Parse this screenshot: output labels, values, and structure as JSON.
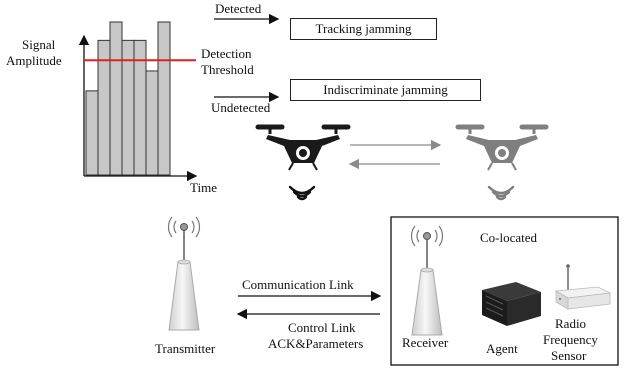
{
  "chart": {
    "ylabel_line1": "Signal",
    "ylabel_line2": "Amplitude",
    "xlabel": "Time",
    "threshold_line1": "Detection",
    "threshold_line2": "Threshold"
  },
  "chart_data": {
    "type": "bar",
    "values": [
      0.55,
      0.88,
      1.0,
      0.88,
      0.88,
      0.68,
      1.0
    ],
    "threshold": 0.75,
    "colors": {
      "bar": "#c7c7c7",
      "threshold": "#e02020"
    }
  },
  "flow": {
    "detected": "Detected",
    "undetected": "Undetected",
    "tracking": "Tracking jamming",
    "indiscriminate": "Indiscriminate jamming"
  },
  "drones": {
    "left_color": "#1a1a1a",
    "right_color": "#7f7f7f",
    "signal_icon": "wifi-signal-icon"
  },
  "links": {
    "communication": "Communication Link",
    "control_line1": "Control Link",
    "control_line2": "ACK&Parameters"
  },
  "nodes": {
    "transmitter": "Transmitter",
    "receiver": "Receiver",
    "agent": "Agent",
    "sensor_line1": "Radio",
    "sensor_line2": "Frequency",
    "sensor_line3": "Sensor",
    "colocated": "Co-located"
  }
}
